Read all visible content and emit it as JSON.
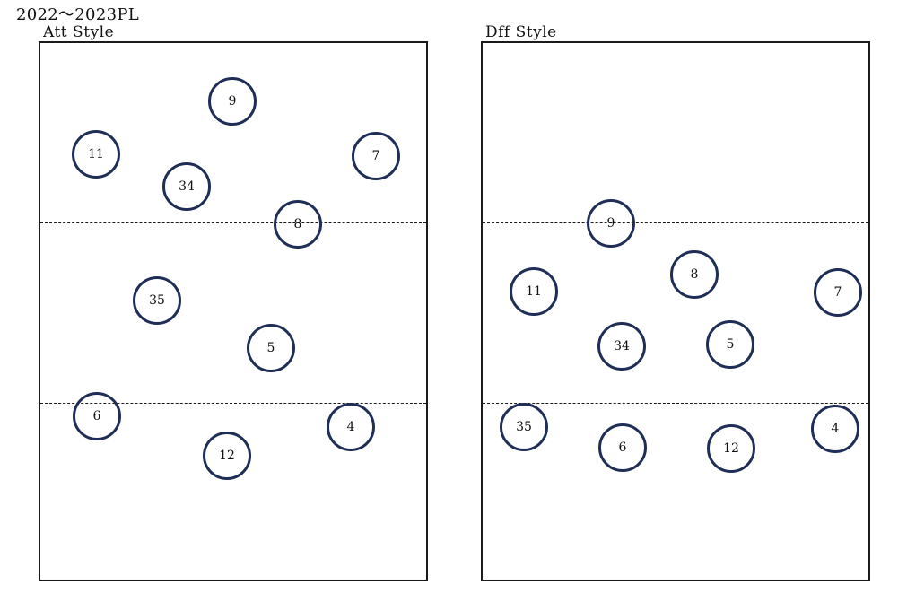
{
  "title": "2022〜2023PL",
  "colors": {
    "player_ring": "#1f2e57",
    "lines": "#1a1a1a"
  },
  "panels": [
    {
      "label": "Att  Style",
      "players": [
        "9",
        "11",
        "7",
        "34",
        "8",
        "35",
        "5",
        "6",
        "4",
        "12"
      ]
    },
    {
      "label": "Dff  Style",
      "players": [
        "9",
        "8",
        "11",
        "7",
        "34",
        "5",
        "35",
        "4",
        "6",
        "12"
      ]
    }
  ]
}
